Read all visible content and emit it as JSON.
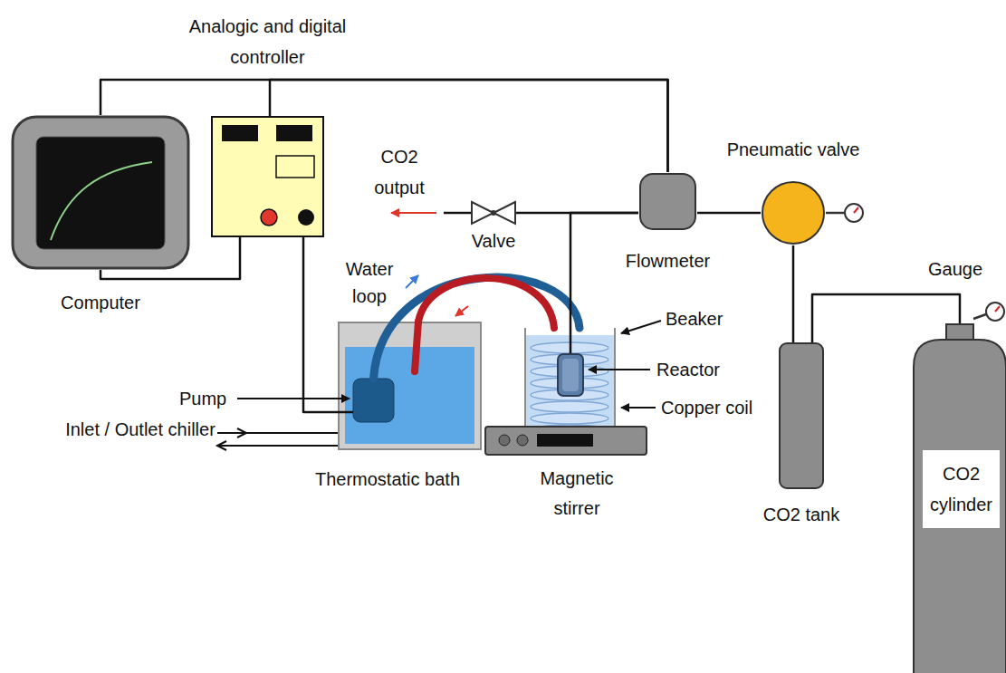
{
  "diagram": {
    "nodes": [
      {
        "text": [
          "Computer"
        ]
      },
      {
        "text": [
          "Analogic and digital controller"
        ]
      },
      {
        "text": [
          "Thermostatic bath"
        ]
      },
      {
        "text": [
          "Pump"
        ],
        "in": 2
      },
      {
        "text": [
          "Beaker"
        ]
      },
      {
        "text": [
          "Reactor"
        ],
        "in": 4
      },
      {
        "text": [
          "Magnetic stirrer"
        ]
      },
      {
        "text": [
          "Valve"
        ]
      },
      {
        "text": [
          "Flowmeter"
        ]
      },
      {
        "text": [
          "Pneumatic valve"
        ]
      },
      {
        "text": [
          "CO2 tank"
        ]
      },
      {
        "text": [
          "CO2 cylinder"
        ]
      }
    ],
    "edges": [
      {
        "from": 0,
        "to": 1,
        "arrow": "none"
      },
      {
        "from": 0,
        "to": 8,
        "arrow": "none"
      },
      {
        "from": 1,
        "to": 8,
        "arrow": "none"
      },
      {
        "from": 1,
        "to": 3,
        "arrow": "none"
      },
      {
        "from": 3,
        "to": 4,
        "arrow": "none"
      },
      {
        "from": 4,
        "to": 2,
        "arrow": "none"
      },
      {
        "from": 7,
        "to": 8,
        "arrow": "none"
      },
      {
        "from": 8,
        "to": 5,
        "arrow": "none"
      },
      {
        "from": 8,
        "to": 9,
        "arrow": "none"
      },
      {
        "from": 9,
        "to": 10,
        "arrow": "none"
      },
      {
        "from": 10,
        "to": 11,
        "arrow": "none"
      }
    ],
    "labels": [
      "CO2 output",
      "Water loop",
      "Copper coil",
      "Inlet / Outlet chiller",
      "Gauge"
    ]
  }
}
